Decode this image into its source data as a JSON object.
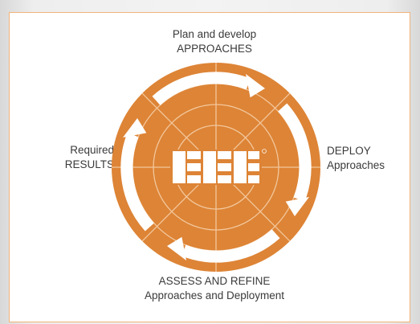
{
  "diagram": {
    "top": {
      "line1": "Plan and develop",
      "line2": "APPROACHES"
    },
    "right": {
      "line1": "DEPLOY",
      "line2": "Approaches"
    },
    "bottom": {
      "line1": "ASSESS AND REFINE",
      "line2": "Approaches and Deployment"
    },
    "left": {
      "line1": "Required",
      "line2": "RESULTS"
    },
    "colors": {
      "wheel": "#dd8436",
      "lines": "#f3c79c",
      "arrows": "#ffffff",
      "border": "#f0b27a",
      "text": "#3a3a3a"
    },
    "center_logo": "logo-mark"
  }
}
